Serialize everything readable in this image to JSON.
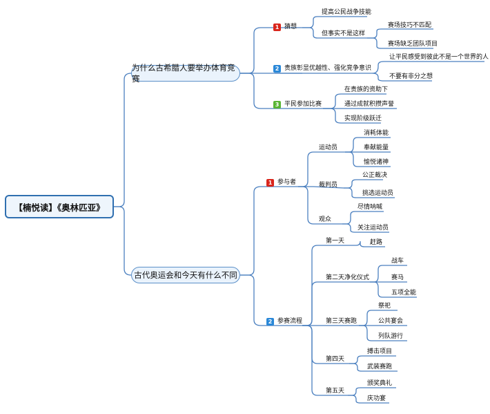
{
  "root": "【楠悦读】《奥林匹亚》",
  "q1": {
    "title": "为什么古希腊人要举办体育竞赛",
    "b1": {
      "num": "1",
      "label": "猜想",
      "c1": "提高公民战争技能",
      "c2": "但事实不是这样",
      "c2a": "赛场技巧不匹配",
      "c2b": "赛场缺乏团队项目"
    },
    "b2": {
      "num": "2",
      "label": "贵族彰显优越性、强化竞争意识",
      "c1": "让平民感受到彼此不是一个世界的人",
      "c2": "不要有非分之想"
    },
    "b3": {
      "num": "3",
      "label": "平民参加比赛",
      "c1": "在贵族的资助下",
      "c2": "通过成就积攒声誉",
      "c3": "实现阶级跃迁"
    }
  },
  "q2": {
    "title": "古代奥运会和今天有什么不同",
    "b1": {
      "num": "1",
      "label": "参与者",
      "athlete": {
        "label": "运动员",
        "c1": "消耗体能",
        "c2": "奉献能量",
        "c3": "愉悦诸神"
      },
      "judge": {
        "label": "裁判员",
        "c1": "公正裁决",
        "c2": "挑选运动员"
      },
      "audience": {
        "label": "观众",
        "c1": "尽情呐喊",
        "c2": "关注运动员"
      }
    },
    "b2": {
      "num": "2",
      "label": "参赛流程",
      "d1": {
        "label": "第一天",
        "c1": "赶路"
      },
      "d2": {
        "label": "第二天净化仪式",
        "c1": "战车",
        "c2": "赛马",
        "c3": "五项全能"
      },
      "d3": {
        "label": "第三天赛跑",
        "c1": "祭祀",
        "c2": "公共宴会",
        "c3": "列队游行"
      },
      "d4": {
        "label": "第四天",
        "c1": "搏击项目",
        "c2": "武装赛跑"
      },
      "d5": {
        "label": "第五天",
        "c1": "颁奖典礼",
        "c2": "庆功宴"
      }
    }
  }
}
